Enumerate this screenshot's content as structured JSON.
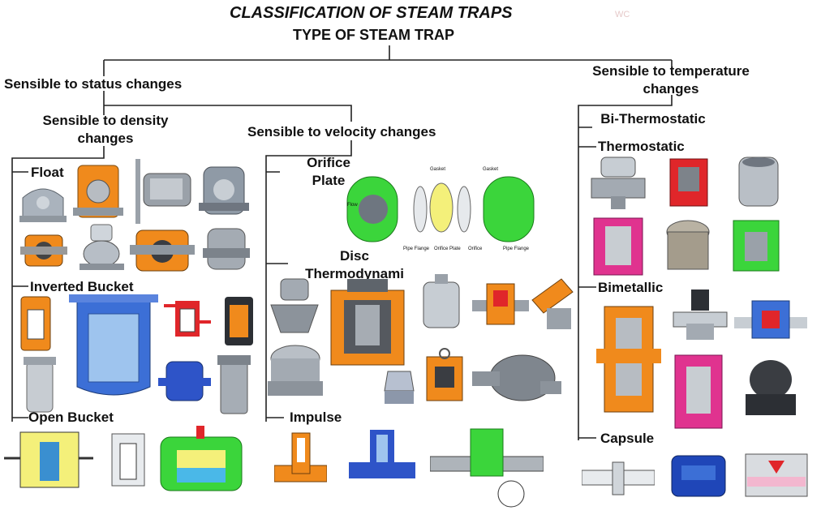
{
  "title": "CLASSIFICATION OF STEAM TRAPS",
  "subtitle": "TYPE OF STEAM TRAP",
  "watermark": "WC",
  "branches": {
    "status": "Sensible to status changes",
    "temperature": "Sensible to temperature changes",
    "density": "Sensible to density changes",
    "velocity": "Sensible to velocity changes"
  },
  "types": {
    "float": "Float",
    "inverted_bucket": "Inverted Bucket",
    "open_bucket": "Open Bucket",
    "orifice_plate": "Orifice Plate",
    "disc": "Disc Thermodynami",
    "impulse": "Impulse",
    "bi_thermostatic": "Bi-Thermostatic",
    "thermostatic": "Thermostatic",
    "bimetallic": "Bimetallic",
    "capsule": "Capsule"
  },
  "orifice_labels": {
    "flow": "Flow",
    "gasket_left": "Gasket",
    "gasket_right": "Gasket",
    "pipe_flange_left": "Pipe Flange",
    "orifice_plate": "Orifice Plate",
    "orifice": "Orifice",
    "pipe_flange_right": "Pipe Flange"
  },
  "colors": {
    "steel": "#a7adb5",
    "steel_dark": "#6f7680",
    "orange": "#f08a1c",
    "blue": "#3c6fd6",
    "light_blue": "#9ec4ee",
    "green": "#3bd53b",
    "yellow": "#f4f07a",
    "red": "#e0262a",
    "magenta": "#e0338f",
    "dark": "#2c2f34"
  }
}
